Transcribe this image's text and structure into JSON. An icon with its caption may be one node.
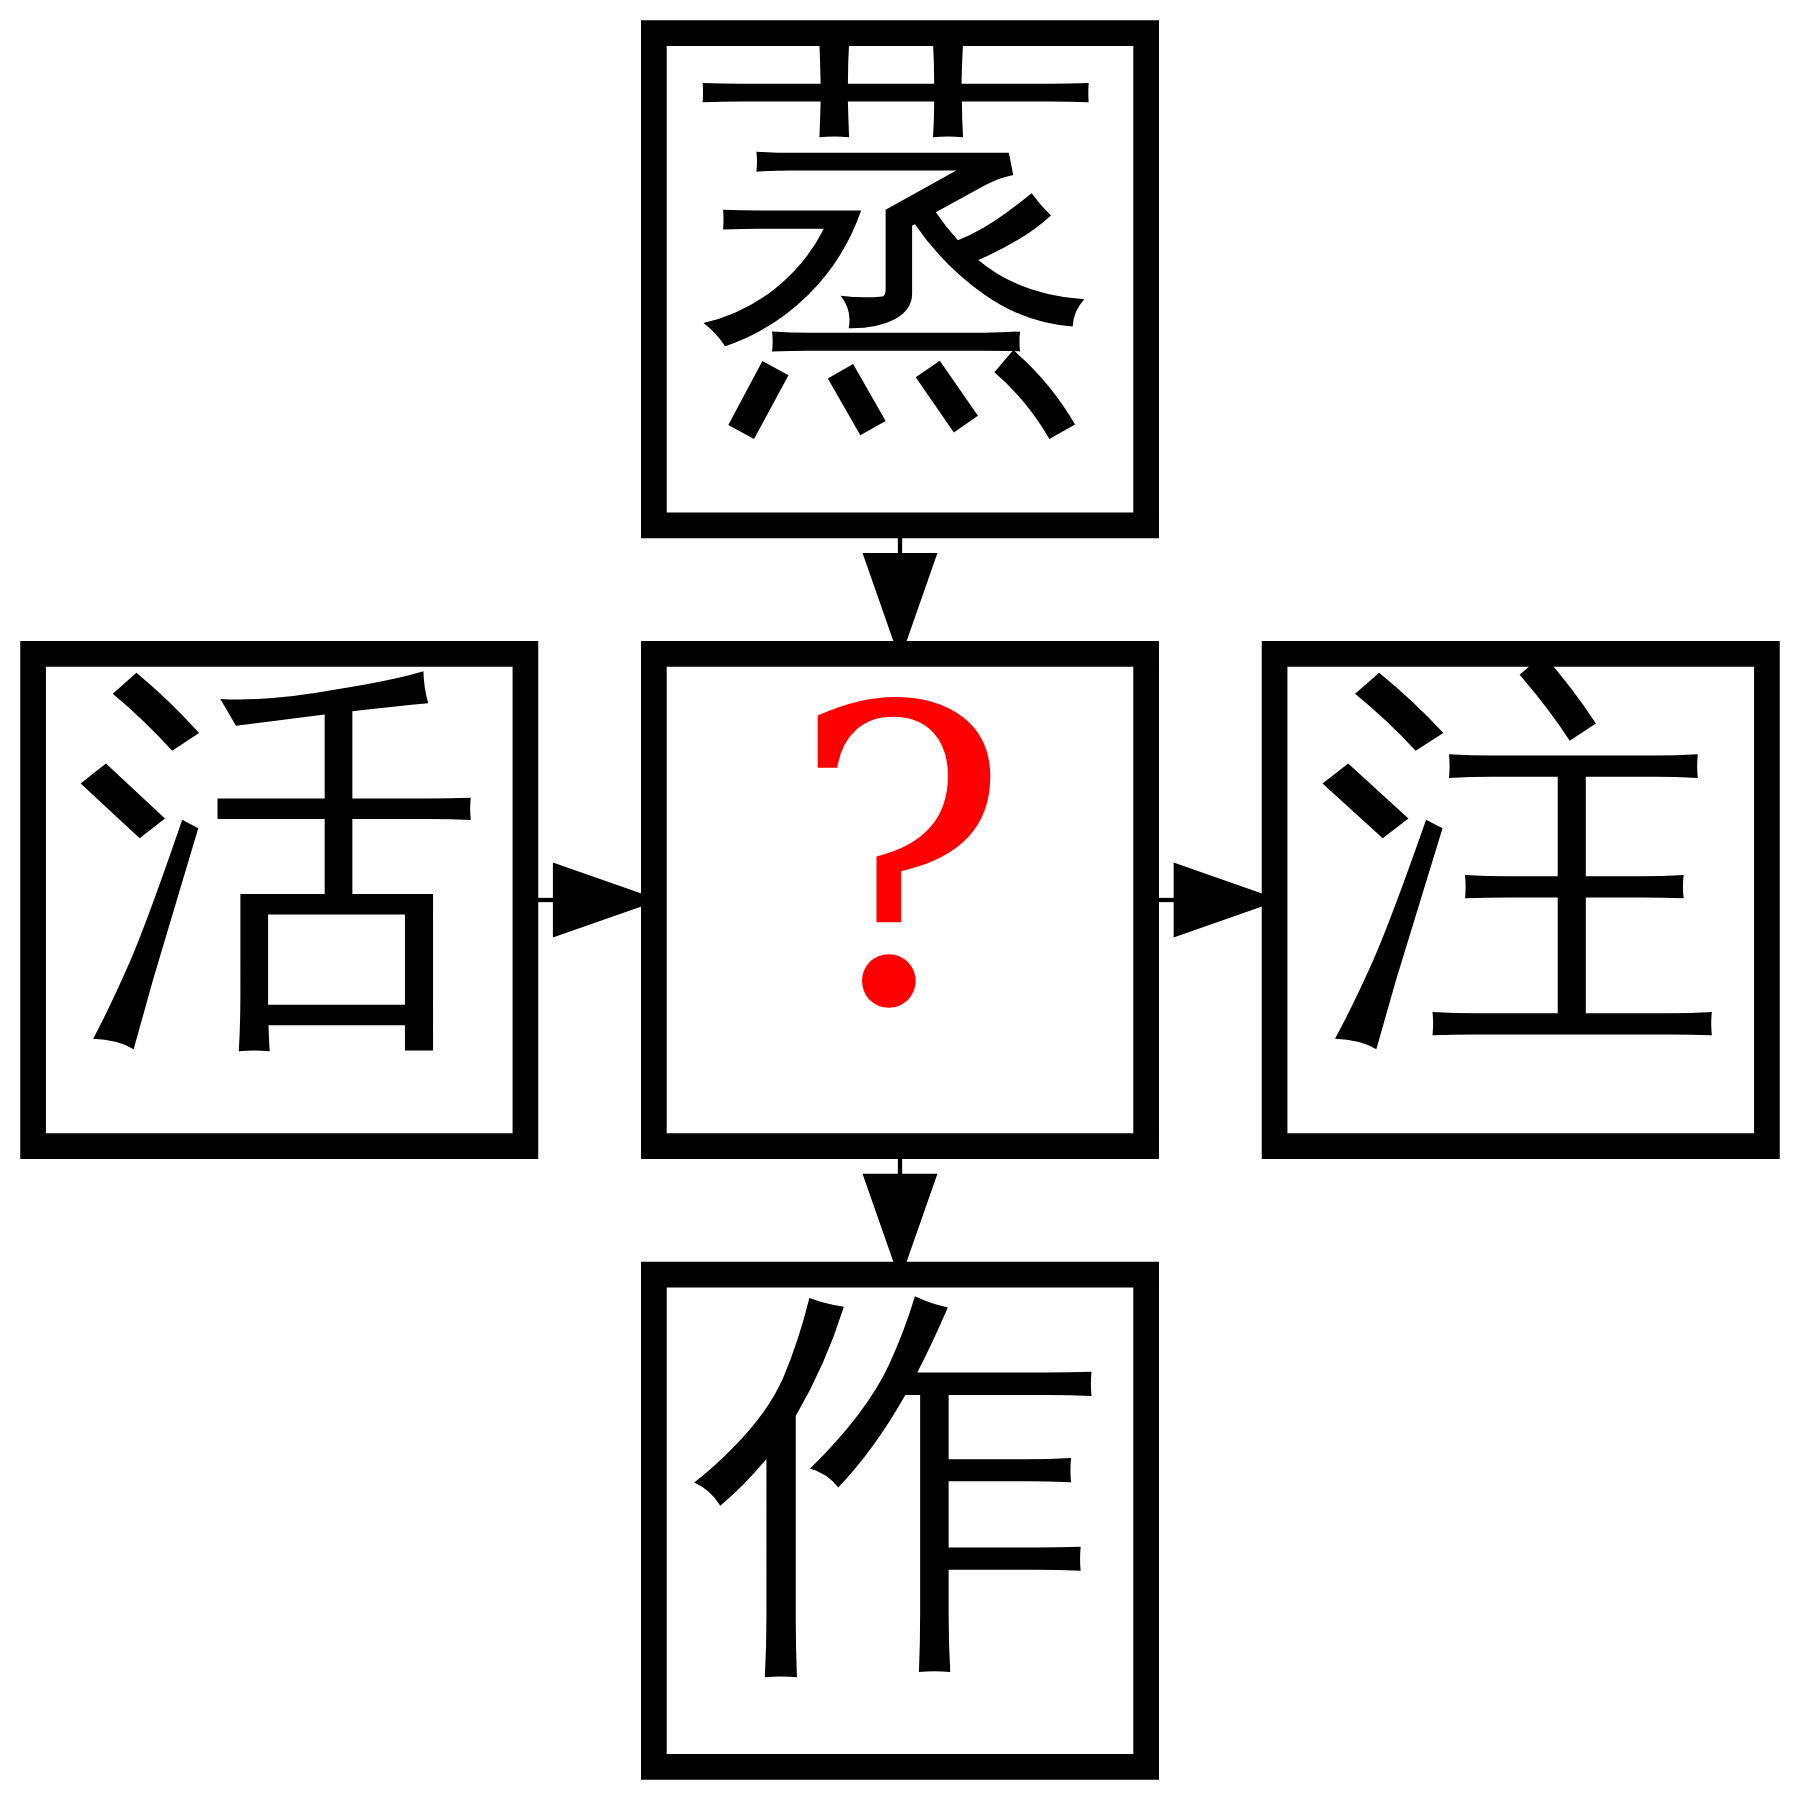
{
  "diagram": {
    "nodes": [
      {
        "text": [
          "蒸"
        ]
      },
      {
        "text": [
          "活"
        ]
      },
      {
        "text": [
          "?"
        ]
      },
      {
        "text": [
          "注"
        ]
      },
      {
        "text": [
          "作"
        ]
      }
    ],
    "edges": [
      {
        "from": 0,
        "to": 2,
        "arrow": "to"
      },
      {
        "from": 1,
        "to": 2,
        "arrow": "to"
      },
      {
        "from": 2,
        "to": 3,
        "arrow": "to"
      },
      {
        "from": 2,
        "to": 4,
        "arrow": "to"
      }
    ]
  }
}
